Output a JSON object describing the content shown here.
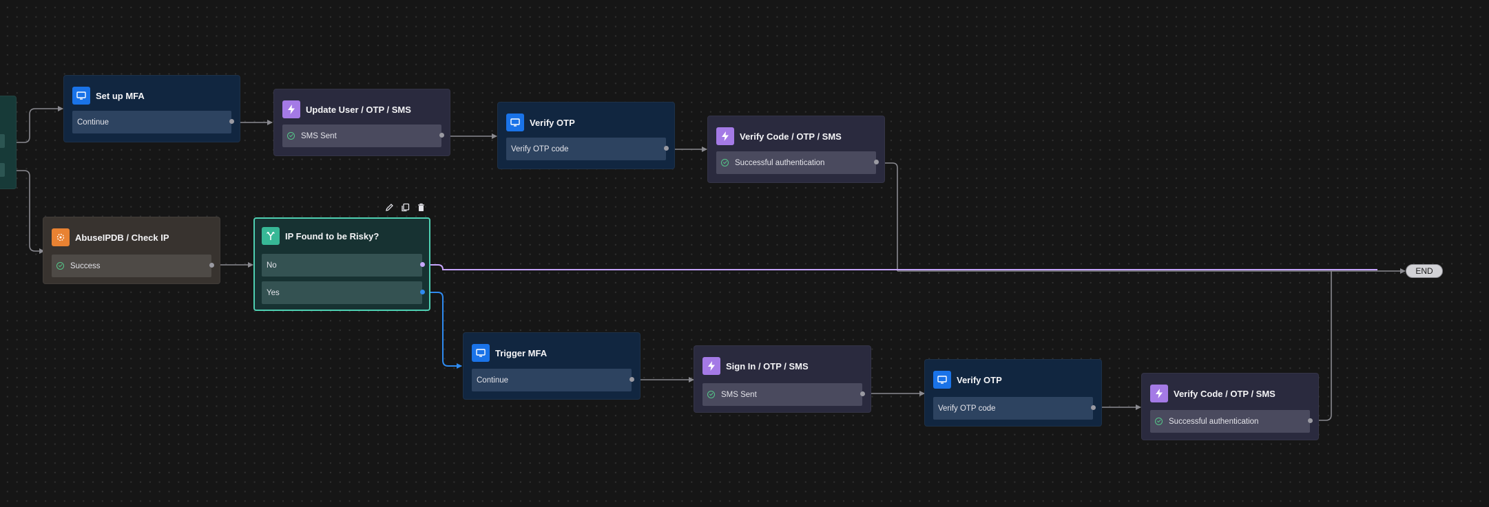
{
  "colors": {
    "canvas": "#161616",
    "screen_node": "#112640",
    "action_node": "#2a2a3e",
    "integration_node": "#38332f",
    "condition_border": "#4fd1b3",
    "edge_default": "#8a8a90",
    "edge_no": "#c7a6ff",
    "edge_yes": "#2f8bf0"
  },
  "nodes": {
    "setup_mfa": {
      "title": "Set up MFA",
      "icon": "screen-icon",
      "row": "Continue"
    },
    "update_user": {
      "title": "Update User / OTP / SMS",
      "icon": "lightning-icon",
      "row": "SMS Sent"
    },
    "verify_otp_top": {
      "title": "Verify OTP",
      "icon": "screen-icon",
      "row": "Verify OTP code"
    },
    "verify_code_top": {
      "title": "Verify Code / OTP / SMS",
      "icon": "lightning-icon",
      "row": "Successful authentication"
    },
    "abuseipdb": {
      "title": "AbuseIPDB / Check IP",
      "icon": "integration-icon",
      "row": "Success"
    },
    "ip_risky": {
      "title": "IP Found to be Risky?",
      "icon": "branch-icon",
      "row_no": "No",
      "row_yes": "Yes"
    },
    "trigger_mfa": {
      "title": "Trigger MFA",
      "icon": "screen-icon",
      "row": "Continue"
    },
    "sign_in": {
      "title": "Sign In / OTP / SMS",
      "icon": "lightning-icon",
      "row": "SMS Sent"
    },
    "verify_otp_bottom": {
      "title": "Verify OTP",
      "icon": "screen-icon",
      "row": "Verify OTP code"
    },
    "verify_code_bottom": {
      "title": "Verify Code / OTP / SMS",
      "icon": "lightning-icon",
      "row": "Successful authentication"
    }
  },
  "toolbar": {
    "edit": "pencil-icon",
    "duplicate": "copy-icon",
    "delete": "trash-icon"
  },
  "end_label": "END"
}
